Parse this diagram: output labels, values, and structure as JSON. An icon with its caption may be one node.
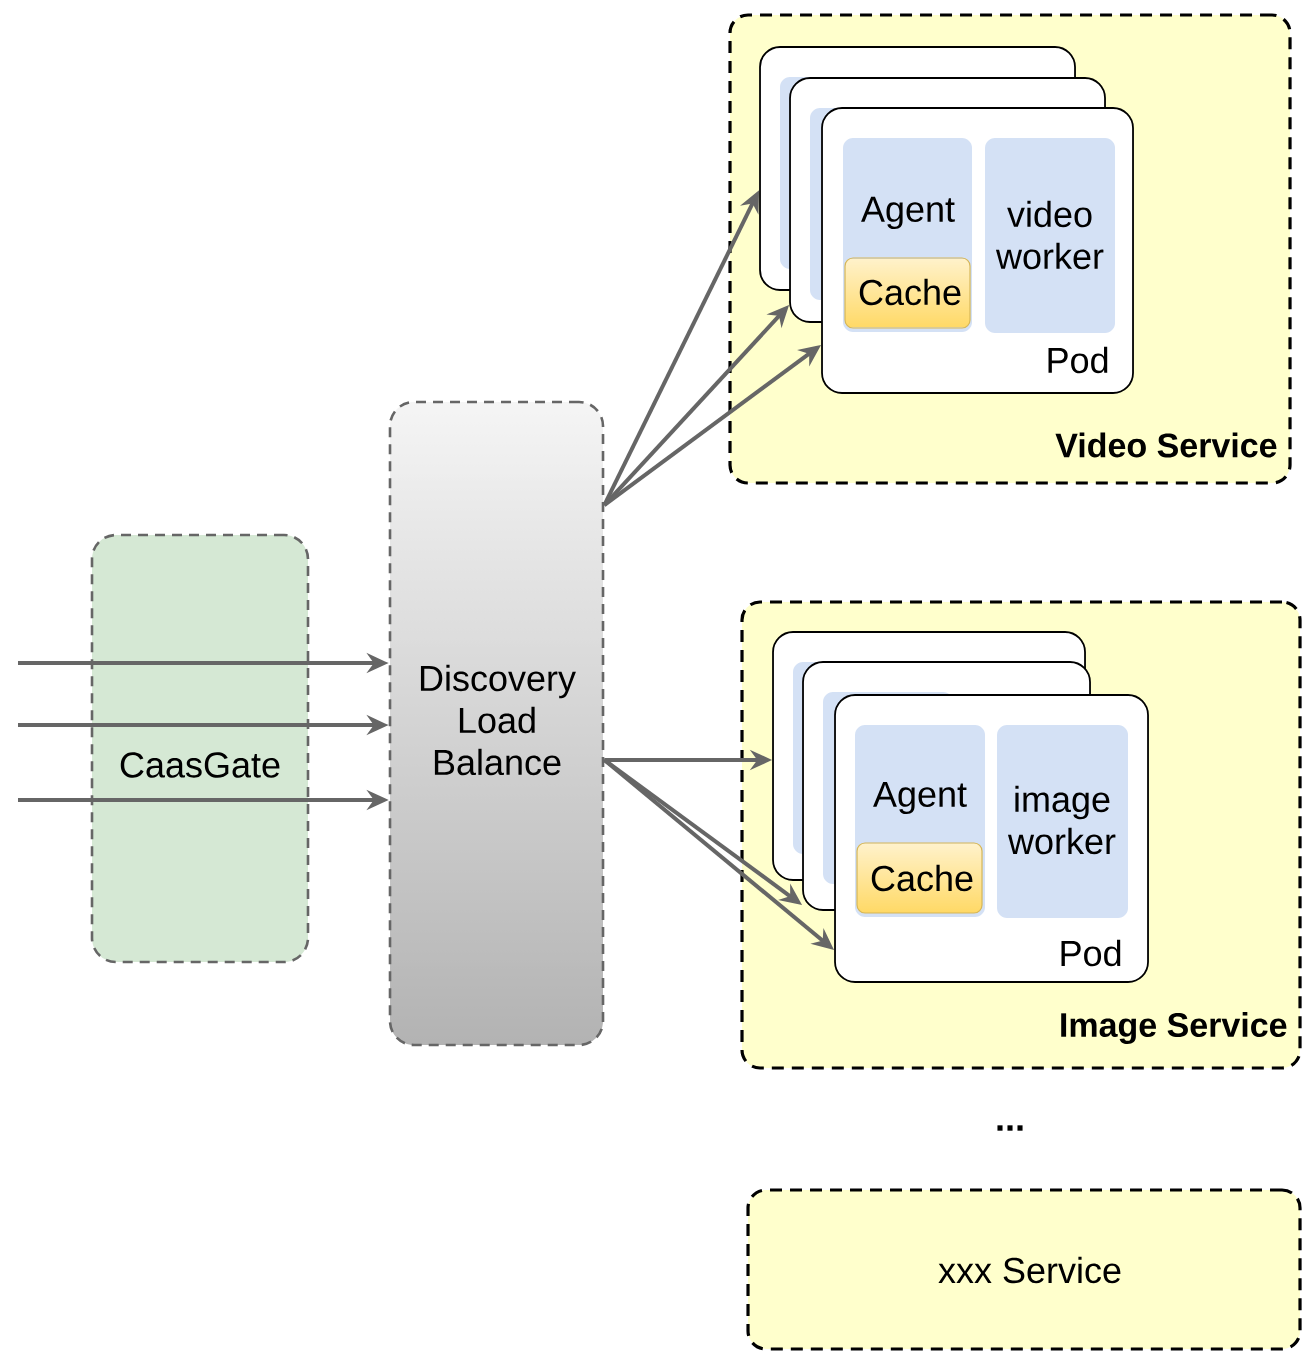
{
  "diagram": {
    "nodes": [
      {
        "text": [
          "Video Service"
        ]
      },
      {
        "text": [],
        "shape": "box",
        "in": 0
      },
      {
        "text": [],
        "shape": "box",
        "in": 0
      },
      {
        "text": [
          "Pod"
        ],
        "in": 0
      },
      {
        "text": [
          "Agent"
        ]
      },
      {
        "text": [
          "Cache"
        ],
        "in": 4
      },
      {
        "text": [
          "video worker"
        ],
        "in": 3
      },
      {
        "text": [
          "Image Service"
        ]
      },
      {
        "text": [],
        "shape": "box",
        "in": 7
      },
      {
        "text": [],
        "shape": "box",
        "in": 7
      },
      {
        "text": [
          "Pod"
        ],
        "in": 7
      },
      {
        "text": [
          "Agent"
        ]
      },
      {
        "text": [
          "Cache"
        ],
        "in": 11
      },
      {
        "text": [
          "image worker"
        ],
        "in": 10
      },
      {
        "text": [
          "CaasGate"
        ]
      },
      {
        "text": [
          "Discovery Load Balance"
        ]
      },
      {
        "text": [
          "xxx Service"
        ]
      }
    ],
    "edges": [
      {
        "from": null,
        "to": 15,
        "arrow": "to"
      },
      {
        "from": null,
        "to": 15,
        "arrow": "to"
      },
      {
        "from": null,
        "to": 15,
        "arrow": "to"
      },
      {
        "from": 15,
        "to": 1,
        "arrow": "to"
      },
      {
        "from": 15,
        "to": 2,
        "arrow": "to"
      },
      {
        "from": 15,
        "to": 3,
        "arrow": "to"
      },
      {
        "from": 15,
        "to": 8,
        "arrow": "to"
      },
      {
        "from": 15,
        "to": 9,
        "arrow": "to"
      },
      {
        "from": 15,
        "to": 10,
        "arrow": "to"
      }
    ],
    "labels": [
      "..."
    ]
  }
}
